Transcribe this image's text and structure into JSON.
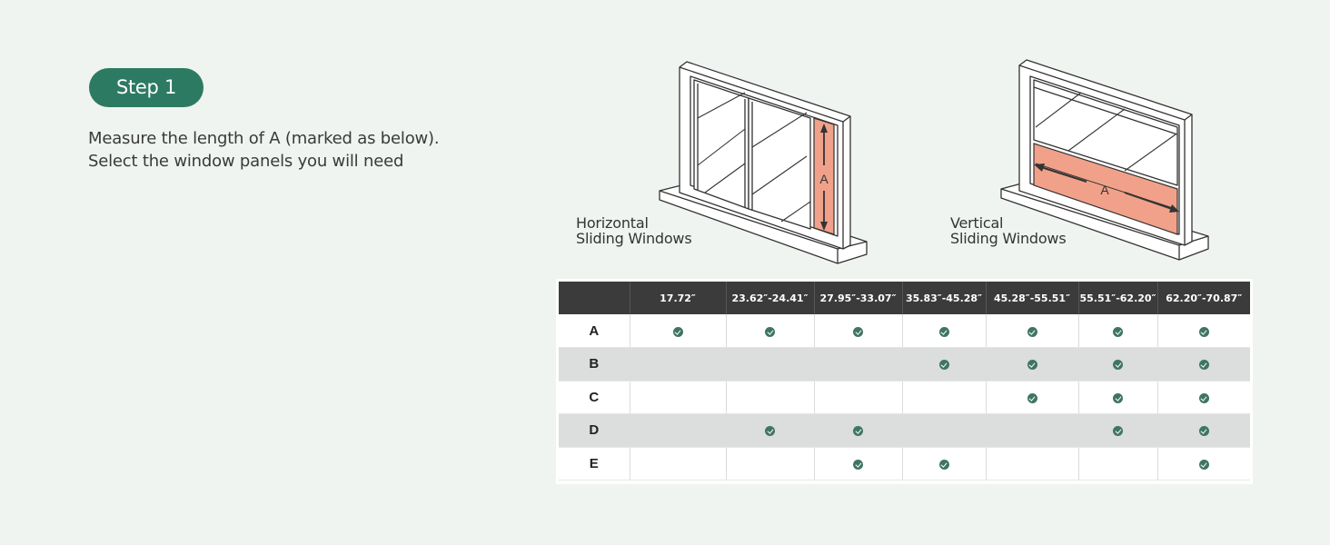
{
  "step": {
    "label": "Step 1"
  },
  "instructions": {
    "line1": "Measure the length of A (marked as below).",
    "line2": "Select the window panels you will need"
  },
  "diagrams": {
    "horizontal": {
      "label_line1": "Horizontal",
      "label_line2": "Sliding Windows",
      "marker": "A"
    },
    "vertical": {
      "label_line1": "Vertical",
      "label_line2": "Sliding Windows",
      "marker": "A"
    },
    "highlight_color": "#f1a18a"
  },
  "icons": {
    "check": "check-circle-icon"
  },
  "accent_color": "#2d7a62",
  "table": {
    "headers": [
      "",
      "17.72″",
      "23.62″-24.41″",
      "27.95″-33.07″",
      "35.83″-45.28″",
      "45.28″-55.51″",
      "55.51″-62.20″",
      "62.20″-70.87″"
    ],
    "rows": [
      {
        "label": "A",
        "checks": [
          true,
          true,
          true,
          true,
          true,
          true,
          true
        ]
      },
      {
        "label": "B",
        "checks": [
          false,
          false,
          false,
          true,
          true,
          true,
          true
        ]
      },
      {
        "label": "C",
        "checks": [
          false,
          false,
          false,
          false,
          true,
          true,
          true
        ]
      },
      {
        "label": "D",
        "checks": [
          false,
          true,
          true,
          false,
          false,
          true,
          true
        ]
      },
      {
        "label": "E",
        "checks": [
          false,
          false,
          true,
          true,
          false,
          false,
          true
        ]
      }
    ]
  }
}
